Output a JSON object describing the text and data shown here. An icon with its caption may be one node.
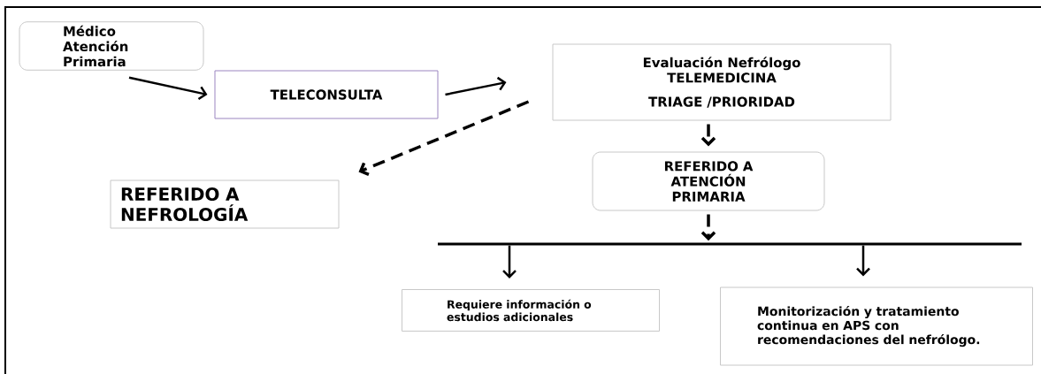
{
  "diagram": {
    "nodes": [
      {
        "text": [
          "Médico Atención Primaria"
        ]
      },
      {
        "text": [
          "TELECONSULTA"
        ]
      },
      {
        "text": [
          "Evaluación Nefrólogo TELEMEDICINA",
          "TRIAGE /PRIORIDAD"
        ]
      },
      {
        "text": [
          "REFERIDO A NEFROLOGÍA"
        ]
      },
      {
        "text": [
          "REFERIDO A ATENCIÓN PRIMARIA"
        ]
      },
      {
        "text": [],
        "shape": "bar"
      },
      {
        "text": [
          "Requiere información o estudios adicionales"
        ]
      },
      {
        "text": [
          "Monitorización y tratamiento continua en APS con recomendaciones del nefrólogo."
        ]
      }
    ],
    "edges": [
      {
        "from": 0,
        "to": 1,
        "arrow": "to"
      },
      {
        "from": 1,
        "to": 2,
        "arrow": "to"
      },
      {
        "from": 2,
        "to": 3,
        "arrow": "to",
        "style": "dashed"
      },
      {
        "from": 2,
        "to": 4,
        "arrow": "to",
        "style": "dashed"
      },
      {
        "from": 4,
        "to": 5,
        "arrow": "to",
        "style": "dashed"
      },
      {
        "from": 5,
        "to": 6,
        "arrow": "to"
      },
      {
        "from": 5,
        "to": 7,
        "arrow": "to"
      }
    ]
  }
}
